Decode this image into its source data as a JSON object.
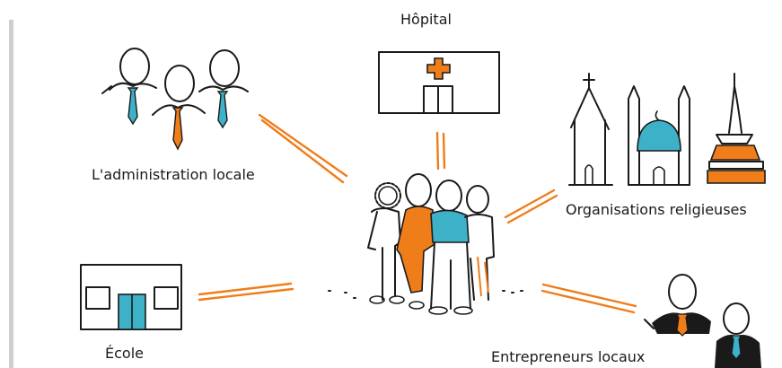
{
  "labels": {
    "hospital": "Hôpital",
    "local_administration": "L'administration locale",
    "religious_organisations": "Organisations religieuses",
    "school": "École",
    "local_entrepreneurs": "Entrepreneurs locaux"
  },
  "colors": {
    "orange": "#ef7d1a",
    "teal": "#3db1c8",
    "ink": "#1a1a1a",
    "divider": "#cfcfcf"
  }
}
